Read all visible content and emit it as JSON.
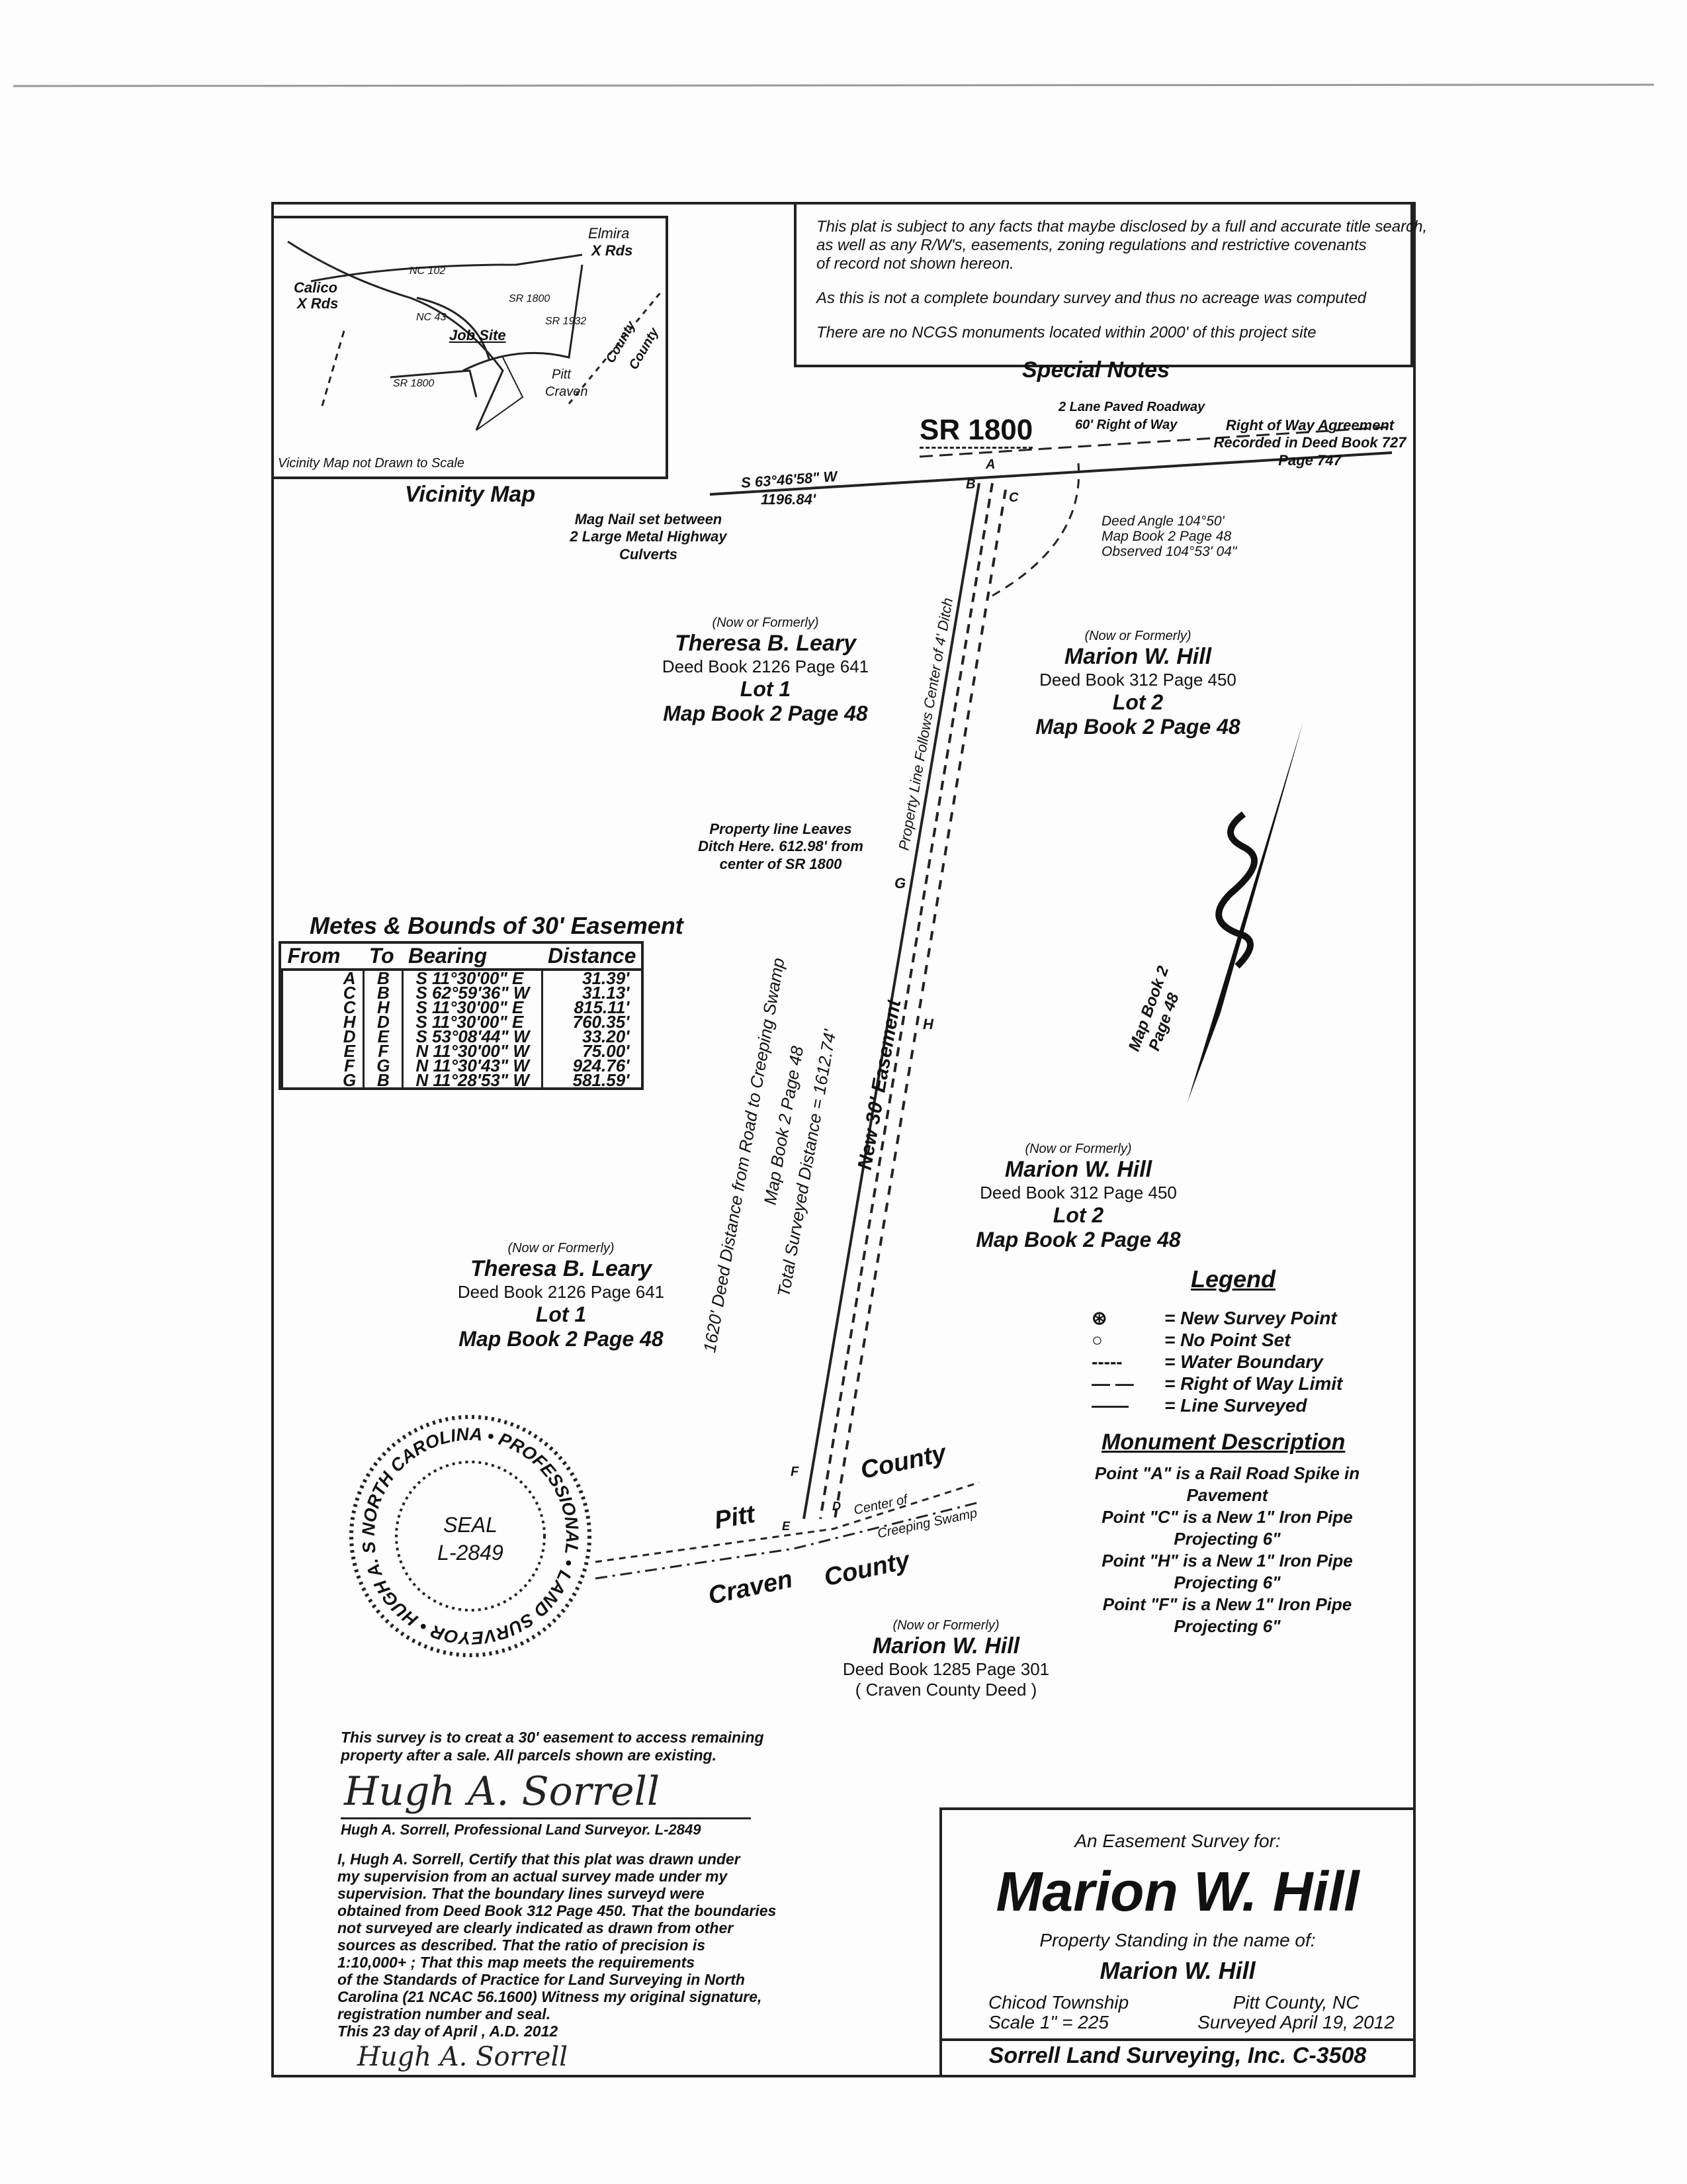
{
  "notes": [
    "This plat is subject to any facts that maybe disclosed by a full and accurate title search,",
    "as well as any R/W's, easements, zoning regulations and restrictive covenants",
    "of record not shown hereon.",
    "As this is not a complete boundary survey and thus no acreage was computed",
    "There are no NCGS monuments located within 2000' of this project site"
  ],
  "special_notes": "Special Notes",
  "vicinity": {
    "title": "Vicinity Map",
    "note": "Vicinity Map not Drawn to Scale",
    "labels": [
      "Elmira",
      "X Rds",
      "NC 102",
      "Calico",
      "X Rds",
      "NC 43",
      "SR 1800",
      "SR 1932",
      "Job Site",
      "SR 1800",
      "Pitt",
      "Craven",
      "County",
      "County"
    ]
  },
  "road": {
    "name": "SR 1800",
    "desc1": "2 Lane Paved Roadway",
    "desc2": "60' Right of Way",
    "row1": "Right of Way Agreement",
    "row2": "Recorded in Deed Book 727",
    "row3": "Page 747",
    "bearing": "S 63°46'58\" W",
    "distance": "1196.84'",
    "mag1": "Mag Nail set between",
    "mag2": "2 Large Metal Highway",
    "mag3": "Culverts"
  },
  "deed_angle": [
    "Deed Angle 104°50'",
    "Map Book 2 Page 48",
    "Observed 104°53' 04\""
  ],
  "points": {
    "A": "A",
    "B": "B",
    "C": "C",
    "G": "G",
    "H": "H",
    "F": "F",
    "E": "E",
    "D": "D"
  },
  "line_labels": {
    "ditch": "Property Line Follows Center of 4' Ditch",
    "leaves1": "Property line Leaves",
    "leaves2": "Ditch Here. 612.98' from",
    "leaves3": "center of SR 1800",
    "easement": "New 30' Easement",
    "deed_dist": "1620' Deed Distance from Road to Creeping Swamp",
    "mb": "Map Book 2 Page 48",
    "total": "Total Surveyed Distance = 1612.74'",
    "map_book": "Map Book 2",
    "map_page": "Page 48"
  },
  "lots": [
    {
      "s": "(Now or Formerly)",
      "n": "Theresa B. Leary",
      "d": "Deed Book 2126 Page 641",
      "l": "Lot 1",
      "m": "Map Book 2 Page 48"
    },
    {
      "s": "(Now or Formerly)",
      "n": "Marion W. Hill",
      "d": "Deed Book 312 Page 450",
      "l": "Lot 2",
      "m": "Map Book 2 Page 48"
    },
    {
      "s": "(Now or Formerly)",
      "n": "Marion W. Hill",
      "d": "Deed Book 312 Page 450",
      "l": "Lot 2",
      "m": "Map Book 2 Page 48"
    },
    {
      "s": "(Now or Formerly)",
      "n": "Theresa B. Leary",
      "d": "Deed Book 2126 Page 641",
      "l": "Lot 1",
      "m": "Map Book 2 Page 48"
    },
    {
      "s": "(Now or Formerly)",
      "n": "Marion W. Hill",
      "d": "Deed Book 1285 Page 301",
      "l": "( Craven County Deed )"
    }
  ],
  "table": {
    "title": "Metes & Bounds of 30' Easement",
    "headers": [
      "From",
      "To",
      "Bearing",
      "Distance"
    ],
    "rows": [
      [
        "A",
        "B",
        "S 11°30'00\" E",
        "31.39'"
      ],
      [
        "C",
        "B",
        "S 62°59'36\" W",
        "31.13'"
      ],
      [
        "C",
        "H",
        "S 11°30'00\" E",
        "815.11'"
      ],
      [
        "H",
        "D",
        "S 11°30'00\" E",
        "760.35'"
      ],
      [
        "D",
        "E",
        "S 53°08'44\" W",
        "33.20'"
      ],
      [
        "E",
        "F",
        "N 11°30'00\" W",
        "75.00'"
      ],
      [
        "F",
        "G",
        "N 11°30'43\" W",
        "924.76'"
      ],
      [
        "G",
        "B",
        "N 11°28'53\" W",
        "581.59'"
      ]
    ]
  },
  "county": {
    "pitt": "Pitt",
    "county1": "County",
    "craven": "Craven",
    "county2": "County",
    "center1": "Center of",
    "center2": "Creeping Swamp"
  },
  "legend": {
    "title": "Legend",
    "items": [
      {
        "sym": "⊛",
        "label": "= New Survey Point"
      },
      {
        "sym": "○",
        "label": "= No Point Set"
      },
      {
        "sym": "-----",
        "label": "= Water Boundary"
      },
      {
        "sym": "— —",
        "label": "= Right of Way Limit"
      },
      {
        "sym": "——",
        "label": "= Line Surveyed"
      }
    ]
  },
  "monuments": {
    "title": "Monument Description",
    "items": [
      "Point \"A\" is a Rail Road Spike in",
      "Pavement",
      "Point \"C\" is a New 1\" Iron Pipe",
      "Projecting 6\"",
      "Point \"H\" is a New 1\" Iron Pipe",
      "Projecting 6\"",
      "Point \"F\" is a New 1\" Iron Pipe",
      "Projecting 6\""
    ]
  },
  "seal": {
    "ring": "NORTH CAROLINA • PROFESSIONAL • LAND SURVEYOR • HUGH A. SORRELL",
    "center1": "SEAL",
    "center2": "L-2849"
  },
  "cert": {
    "purpose": [
      "This survey is to creat a 30' easement to access remaining",
      "property after a sale. All parcels shown are existing."
    ],
    "signer": "Hugh A. Sorrell, Professional Land Surveyor. L-2849",
    "body": [
      "I, Hugh A. Sorrell, Certify that this plat was drawn under",
      "my supervision from an actual survey made under my",
      "supervision. That the boundary lines surveyd were",
      "obtained from Deed Book 312 Page 450. That the boundaries",
      "not surveyed are clearly indicated as drawn from other",
      "sources as described. That the ratio of precision is",
      "1:10,000+ ; That this map meets the requirements",
      "of the Standards of Practice for Land Surveying in North",
      "Carolina (21 NCAC 56.1600) Witness my original signature,",
      "registration number and seal.",
      "This 23 day of April , A.D. 2012"
    ],
    "signature": "Hugh A. Sorrell"
  },
  "title_block": {
    "line1": "An Easement Survey for:",
    "name": "Marion W. Hill",
    "line2": "Property Standing in the name of:",
    "owner": "Marion W. Hill",
    "township": "Chicod Township",
    "scale": "Scale 1\" = 225",
    "county": "Pitt County, NC",
    "surveyed": "Surveyed April 19, 2012",
    "company": "Sorrell Land Surveying, Inc.  C-3508"
  }
}
